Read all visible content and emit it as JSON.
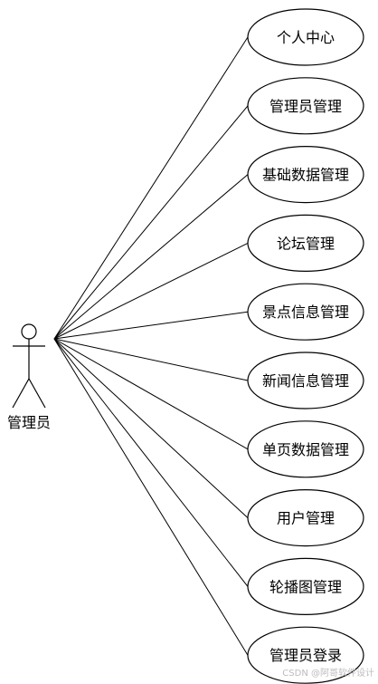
{
  "actor": {
    "label": "管理员"
  },
  "use_cases": [
    "个人中心",
    "管理员管理",
    "基础数据管理",
    "论坛管理",
    "景点信息管理",
    "新闻信息管理",
    "单页数据管理",
    "用户管理",
    "轮播图管理",
    "管理员登录"
  ],
  "watermark": "CSDN @阿哥软件设计",
  "colors": {
    "stroke": "#000000",
    "background": "#ffffff"
  }
}
